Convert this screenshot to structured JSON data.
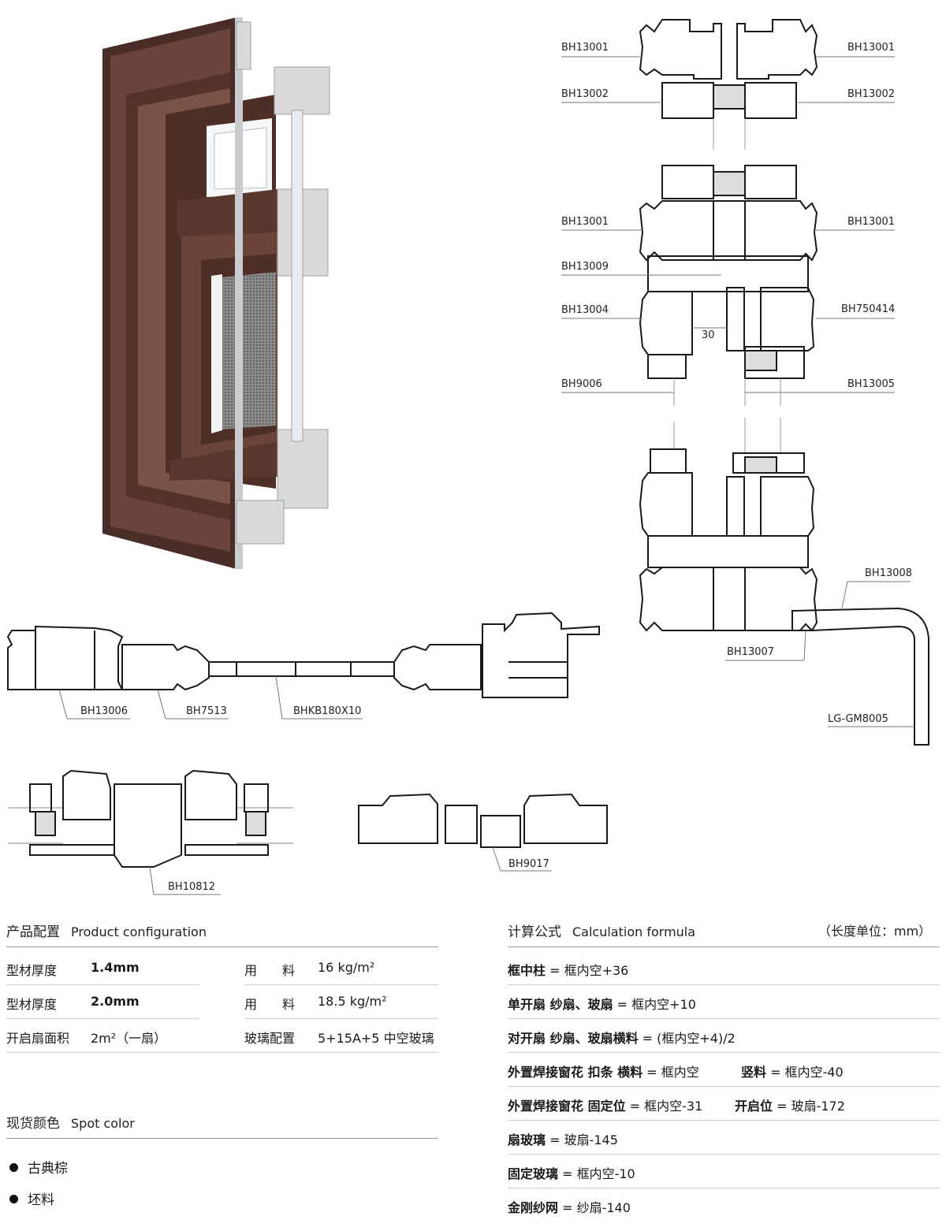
{
  "labels": {
    "bh13001_tl": "BH13001",
    "bh13001_tr": "BH13001",
    "bh13002_l": "BH13002",
    "bh13002_r": "BH13002",
    "bh13001_ml": "BH13001",
    "bh13001_mr": "BH13001",
    "bh13009": "BH13009",
    "bh13004": "BH13004",
    "bh750414": "BH750414",
    "dim30": "30",
    "bh9006": "BH9006",
    "bh13005": "BH13005",
    "bh13008": "BH13008",
    "bh13007": "BH13007",
    "lggm8005": "LG-GM8005",
    "bh13006": "BH13006",
    "bh7513": "BH7513",
    "bhkb180": "BHKB180X10",
    "bh10812": "BH10812",
    "bh9017": "BH9017"
  },
  "config": {
    "title_cn": "产品配置",
    "title_en": "Product configuration",
    "rows": [
      {
        "k": "型材厚度",
        "v": "1.4mm",
        "k2": "用　　料",
        "v2": "16 kg/m²"
      },
      {
        "k": "型材厚度",
        "v": "2.0mm",
        "k2": "用　　料",
        "v2": "18.5 kg/m²"
      },
      {
        "k": "开启扇面积",
        "v": "2m²（一扇）",
        "k2": "玻璃配置",
        "v2": "5+15A+5 中空玻璃"
      }
    ]
  },
  "color": {
    "title_cn": "现货颜色",
    "title_en": "Spot color",
    "items": [
      "古典棕",
      "坯料"
    ]
  },
  "formula": {
    "title_cn": "计算公式",
    "title_en": "Calculation formula",
    "unit": "（长度单位：mm）",
    "rows": [
      {
        "a": "框中柱",
        "b": " = 框内空+36",
        "c": "",
        "d": ""
      },
      {
        "a": "单开扇 纱扇、玻扇",
        "b": " = 框内空+10",
        "c": "",
        "d": ""
      },
      {
        "a": "对开扇 纱扇、玻扇横料",
        "b": " = (框内空+4)/2",
        "c": "",
        "d": ""
      },
      {
        "a": "外置焊接窗花  扣条  横料",
        "b": " = 框内空",
        "c": "竖料",
        "d": " = 框内空-40"
      },
      {
        "a": "外置焊接窗花  固定位",
        "b": " = 框内空-31",
        "c": "开启位",
        "d": " = 玻扇-172"
      },
      {
        "a": "扇玻璃",
        "b": " = 玻扇-145",
        "c": "",
        "d": ""
      },
      {
        "a": "固定玻璃",
        "b": " = 框内空-10",
        "c": "",
        "d": ""
      },
      {
        "a": "金刚纱网",
        "b": " = 纱扇-140",
        "c": "",
        "d": ""
      }
    ]
  },
  "colors": {
    "frame_brown": "#5e3b31",
    "frame_dark": "#3f2620",
    "alu": "#d8dadb",
    "line": "#1a1a1a",
    "rule": "#9a9a9a"
  }
}
